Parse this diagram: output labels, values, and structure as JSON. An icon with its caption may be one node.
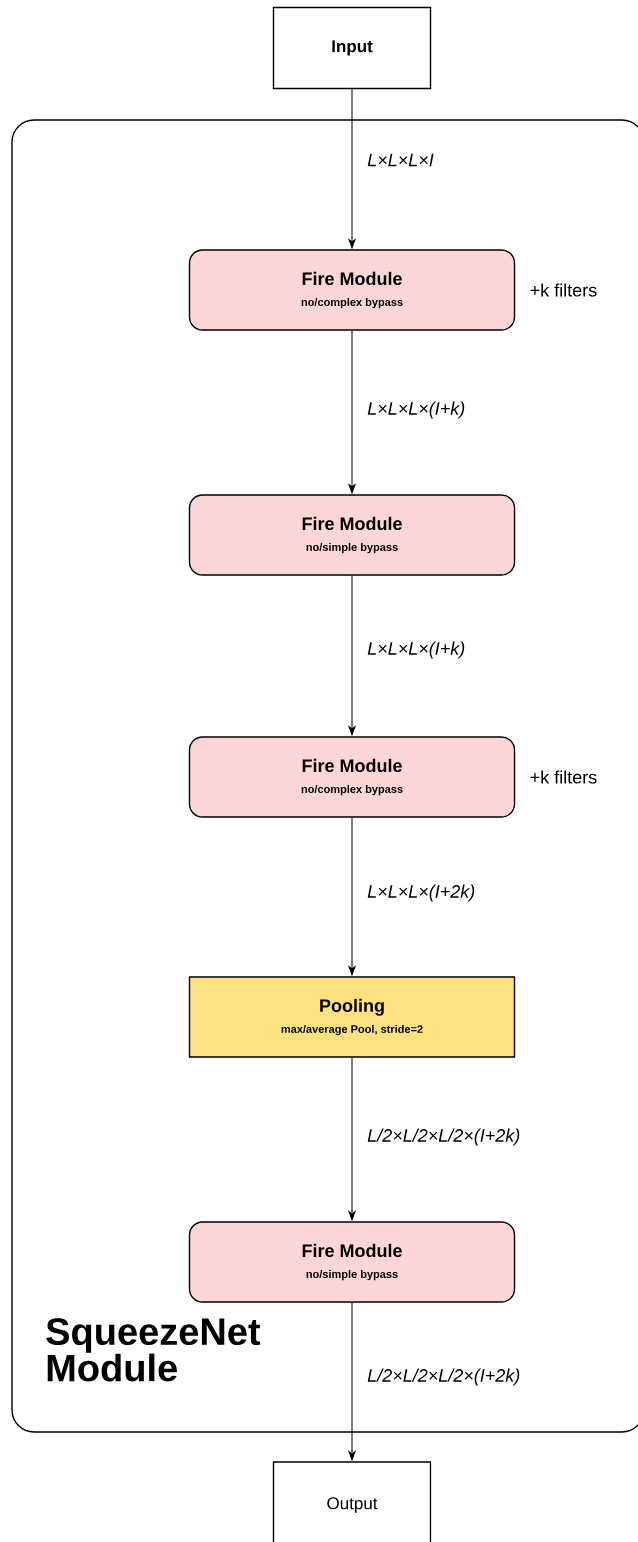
{
  "diagram": {
    "nodes": [
      {
        "text": [
          "Input"
        ]
      },
      {
        "text": [
          "SqueezeNet Module"
        ]
      },
      {
        "text": [
          "Fire Module",
          "no/complex bypass"
        ],
        "in": 1,
        "beside": [
          "+k filters"
        ]
      },
      {
        "text": [
          "Fire Module",
          "no/simple bypass"
        ],
        "in": 1
      },
      {
        "text": [
          "Fire Module",
          "no/complex bypass"
        ],
        "in": 1,
        "beside": [
          "+k filters"
        ]
      },
      {
        "text": [
          "Pooling",
          "max/average Pool, stride=2"
        ],
        "in": 1
      },
      {
        "text": [
          "Fire Module",
          "no/simple bypass"
        ],
        "in": 1
      },
      {
        "text": [
          "Output"
        ]
      }
    ],
    "edges": [
      {
        "from": 0,
        "to": 2,
        "arrow": "to",
        "label": "L×L×L×I"
      },
      {
        "from": 2,
        "to": 3,
        "arrow": "to",
        "label": "L×L×L×(I+k)"
      },
      {
        "from": 3,
        "to": 4,
        "arrow": "to",
        "label": "L×L×L×(I+k)"
      },
      {
        "from": 4,
        "to": 5,
        "arrow": "to",
        "label": "L×L×L×(I+2k)"
      },
      {
        "from": 5,
        "to": 6,
        "arrow": "to",
        "label": "L/2×L/2×L/2×(I+2k)"
      },
      {
        "from": 6,
        "to": 7,
        "arrow": "to",
        "label": "L/2×L/2×L/2×(I+2k)"
      }
    ]
  }
}
